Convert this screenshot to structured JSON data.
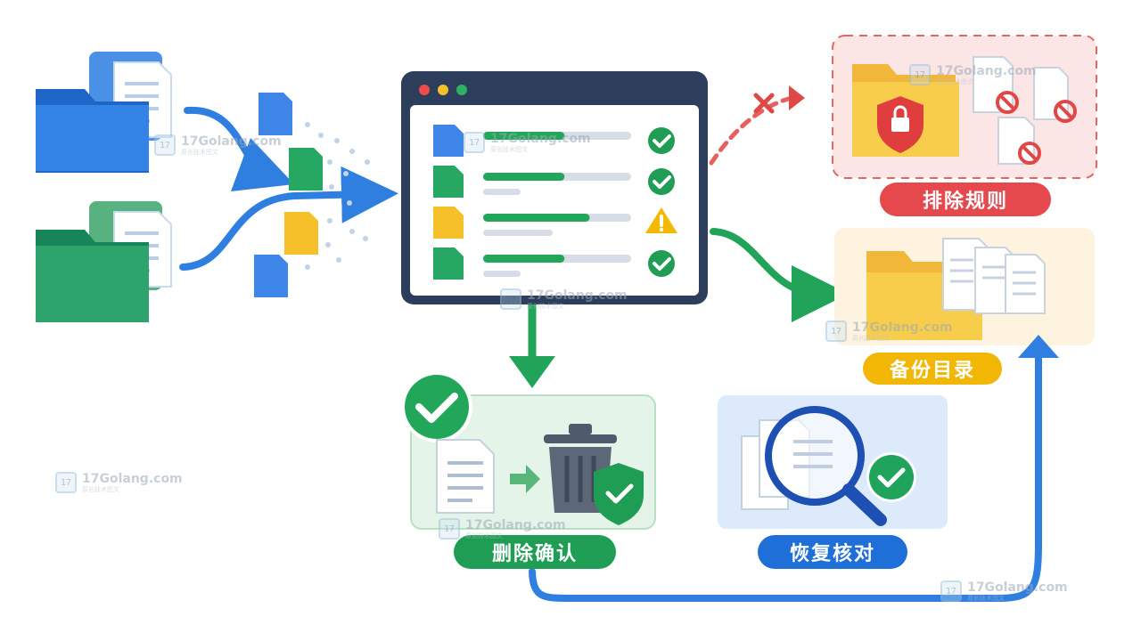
{
  "labels": {
    "exclude": "排除规则",
    "backup": "备份目录",
    "delete_confirm": "删除确认",
    "restore_check": "恢复核对"
  },
  "watermark": {
    "text": "17Golang.com",
    "sub": "原创技术图文"
  },
  "colors": {
    "blue": "#2f7fe0",
    "green": "#21a35a",
    "yellow": "#f6c02a",
    "red": "#e04848",
    "navy": "#2c3e5b",
    "pill_red": "#e5484d",
    "pill_yellow": "#f2b705",
    "pill_green": "#1f9d55",
    "pill_blue": "#1f6fd8"
  },
  "window": {
    "rows": [
      {
        "file_color": "blue",
        "status": "ok-icon"
      },
      {
        "file_color": "green",
        "status": "ok-icon"
      },
      {
        "file_color": "yellow",
        "status": "warning-icon"
      },
      {
        "file_color": "green",
        "status": "ok-icon"
      }
    ]
  }
}
